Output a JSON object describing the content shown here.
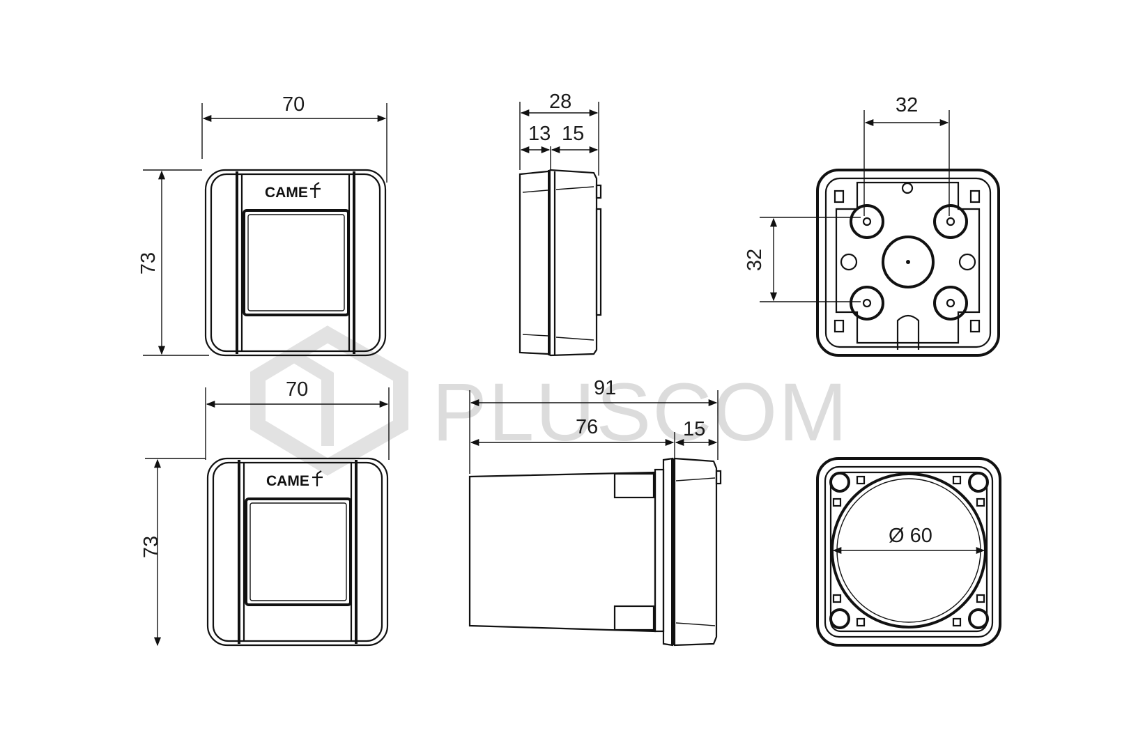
{
  "brand": {
    "logo_text": "CAME",
    "watermark": "PLUSCOM"
  },
  "dimensions": {
    "front_top_width": "70",
    "front_top_height": "73",
    "side_depth_total": "28",
    "side_depth_a": "13",
    "side_depth_b": "15",
    "rear_hole_spacing_h": "32",
    "rear_hole_spacing_v": "32",
    "front_bottom_width": "70",
    "front_bottom_height": "73",
    "flush_total_depth": "91",
    "flush_body_depth": "76",
    "flush_frame_depth": "15",
    "flush_rear_diameter": "Ø 60"
  },
  "colors": {
    "line": "#111111",
    "watermark": "#dcdcdc",
    "background": "#ffffff"
  }
}
